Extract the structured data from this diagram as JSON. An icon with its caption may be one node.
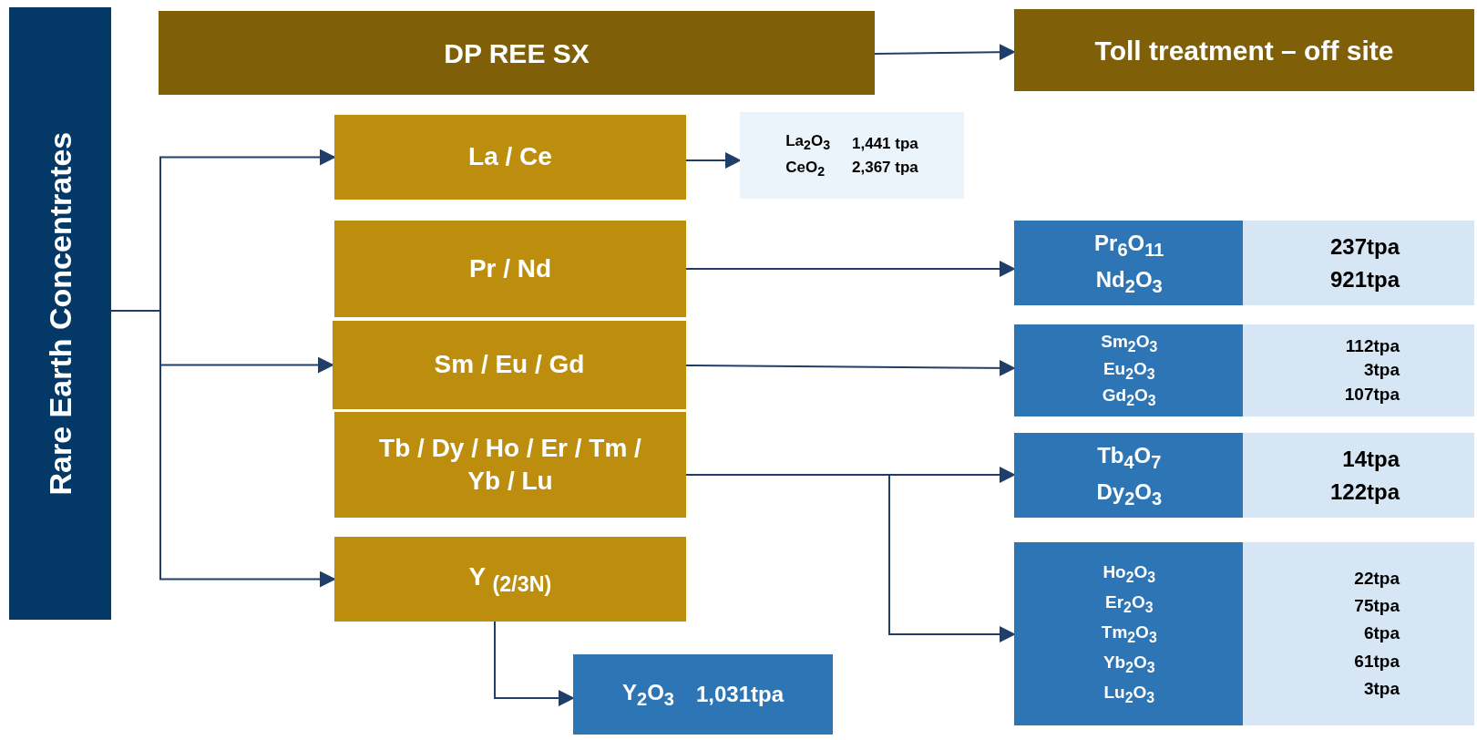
{
  "diagram": {
    "nodes": [
      {
        "text": [
          "Rare Earth Concentrates"
        ]
      },
      {
        "text": [
          "DP REE SX"
        ]
      },
      {
        "text": [
          "Toll treatment – off site"
        ]
      },
      {
        "text": [
          "La / Ce"
        ]
      },
      {
        "text": [
          "La$_{2}$O$_{3}$",
          "CeO$_{2}$",
          "1,441 tpa",
          "2,367 tpa"
        ]
      },
      {
        "text": [
          "Pr / Nd"
        ]
      },
      {
        "text": [
          "Pr$_{6}$O$_{11}$",
          "Nd$_{2}$O$_{3}$",
          "237tpa",
          "921tpa"
        ]
      },
      {
        "text": [
          "Sm / Eu / Gd"
        ]
      },
      {
        "text": [
          "Sm$_{2}$O$_{3}$",
          "Eu$_{2}$O$_{3}$",
          "Gd$_{2}$O$_{3}$",
          "112tpa",
          "3tpa",
          "107tpa"
        ]
      },
      {
        "text": [
          "Tb / Dy / Ho / Er / Tm / Yb / Lu"
        ]
      },
      {
        "text": [
          "Tb$_{4}$O$_{7}$",
          "Dy$_{2}$O$_{3}$",
          "14tpa",
          "122tpa"
        ]
      },
      {
        "text": [
          "Ho$_{2}$O$_{3}$",
          "Er$_{2}$O$_{3}$",
          "Tm$_{2}$O$_{3}$",
          "Yb$_{2}$O$_{3}$",
          "Lu$_{2}$O$_{3}$",
          "22tpa",
          "75tpa",
          "6tpa",
          "61tpa",
          "3tpa"
        ]
      },
      {
        "text": [
          "Y $_{(2/3N)}$"
        ]
      },
      {
        "text": [
          "Y$_{2}$O$_{3}$",
          "1,031tpa"
        ]
      }
    ],
    "edges": [
      {
        "from": 1,
        "to": 2,
        "arrow": "to"
      },
      {
        "from": 0,
        "to": 3,
        "arrow": "to"
      },
      {
        "from": 0,
        "to": 7,
        "arrow": "to"
      },
      {
        "from": 0,
        "to": 12,
        "arrow": "to"
      },
      {
        "from": 3,
        "to": 4,
        "arrow": "to"
      },
      {
        "from": 5,
        "to": 6,
        "arrow": "to"
      },
      {
        "from": 7,
        "to": 8,
        "arrow": "to"
      },
      {
        "from": 9,
        "to": 10,
        "arrow": "to"
      },
      {
        "from": 9,
        "to": 11,
        "arrow": "to"
      },
      {
        "from": 12,
        "to": 13,
        "arrow": "to"
      }
    ]
  }
}
